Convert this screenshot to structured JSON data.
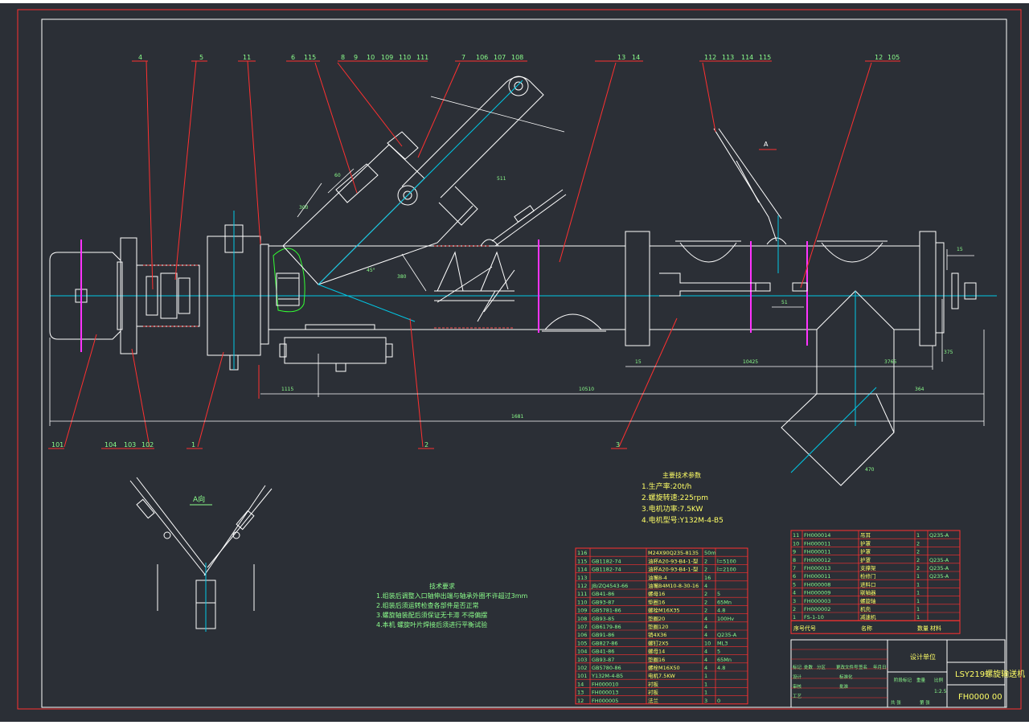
{
  "colors": {
    "background": "#2b2f36",
    "outline": "#ffffff",
    "leader": "#ff3030",
    "centerline": "#00c8e6",
    "magenta": "#ff33ff",
    "green": "#33ff33",
    "text_green": "#8cff8c",
    "text_yellow": "#ffff66",
    "table_border": "#ff3030"
  },
  "balloons_top": [
    "4",
    "5",
    "11",
    "6",
    "115",
    "8",
    "9",
    "10",
    "109",
    "110",
    "111",
    "7",
    "106",
    "107",
    "108",
    "13",
    "14",
    "112",
    "113",
    "114",
    "115",
    "12",
    "105"
  ],
  "balloons_bottom": [
    "101",
    "104",
    "103",
    "102",
    "1",
    "2",
    "3"
  ],
  "dimensions": {
    "d_1115": "1115",
    "d_10510": "10510",
    "d_1681": "1681",
    "d_10425": "10425",
    "d_3765": "3765",
    "d_364": "364",
    "d_15a": "15",
    "d_15b": "15",
    "d_51": "51",
    "d_375": "375",
    "d_470": "470",
    "d_60": "60",
    "d_45": "45°",
    "d_511": "511",
    "d_380": "380",
    "d_300": "300"
  },
  "view_a": {
    "marker": "A",
    "title": "A向"
  },
  "main_params": {
    "title": "主要技术参数",
    "lines": [
      "1.生产率:20t/h",
      "2.螺旋转速:225rpm",
      "3.电机功率:7.5KW",
      "4.电机型号:Y132M-4-B5"
    ]
  },
  "tech_req": {
    "title": "技术要求",
    "lines": [
      "1.组装后调整入口轴伸出端与轴承外圈不许超过3mm",
      "2.组装后须运转检查各部件是否正常",
      "3.螺旋轴装配后须保证无卡滞             不得偏摆",
      "4.本机    螺旋叶片焊接后须进行平衡试验"
    ]
  },
  "parts_left": [
    [
      "116",
      "",
      "M24X90Q235-8135",
      "50m",
      ""
    ],
    [
      "115",
      "GB1182-74",
      "油杯A20-93-B4-1-型",
      "2",
      "l=5100"
    ],
    [
      "114",
      "GB1182-74",
      "油杯A20-93-B4-1-型",
      "2",
      "l=2100"
    ],
    [
      "113",
      "",
      "油嘴B-4",
      "16",
      ""
    ],
    [
      "112",
      "JB/ZQ4543-66",
      "油嘴B4M10-8-30-16",
      "4",
      ""
    ],
    [
      "111",
      "GB41-86",
      "螺母16",
      "2",
      "5"
    ],
    [
      "110",
      "GB93-87",
      "垫圈16",
      "2",
      "65Mn"
    ],
    [
      "109",
      "GB5781-86",
      "螺栓M16X35",
      "2",
      "4.8"
    ],
    [
      "108",
      "GB93-85",
      "垫圈20",
      "4",
      "100Hv"
    ],
    [
      "107",
      "GB6179-86",
      "垫圈120",
      "4",
      ""
    ],
    [
      "106",
      "GB91-86",
      "销4X36",
      "4",
      "Q235-A"
    ],
    [
      "105",
      "GB827-86",
      "螺钉2X5",
      "10",
      "ML3"
    ],
    [
      "104",
      "GB41-86",
      "螺母14",
      "4",
      "5"
    ],
    [
      "103",
      "GB93-87",
      "垫圈16",
      "4",
      "65Mn"
    ],
    [
      "102",
      "GB5780-86",
      "螺栓M16X50",
      "4",
      "4.8"
    ],
    [
      "101",
      "Y132M-4-B5",
      "电机7.5KW",
      "1",
      ""
    ],
    [
      "14",
      "FH000010",
      "衬板",
      "1",
      ""
    ],
    [
      "13",
      "FH000013",
      "衬板",
      "1",
      ""
    ],
    [
      "12",
      "FH000005",
      "法兰",
      "3",
      "0"
    ]
  ],
  "parts_right": [
    [
      "11",
      "FH000014",
      "吊耳",
      "1",
      "Q235-A"
    ],
    [
      "10",
      "FH000011",
      "护罩",
      "2",
      ""
    ],
    [
      "9",
      "FH000011",
      "护罩",
      "2",
      ""
    ],
    [
      "8",
      "FH000012",
      "护罩",
      "2",
      "Q235-A"
    ],
    [
      "7",
      "FH000013",
      "支撑架",
      "2",
      "Q235-A"
    ],
    [
      "6",
      "FH000011",
      "检修门",
      "1",
      "Q235-A"
    ],
    [
      "5",
      "FH000008",
      "进料口",
      "1",
      ""
    ],
    [
      "4",
      "FH000009",
      "联轴器",
      "1",
      ""
    ],
    [
      "3",
      "FH000003",
      "螺旋轴",
      "1",
      ""
    ],
    [
      "2",
      "FH000002",
      "机壳",
      "1",
      ""
    ],
    [
      "1",
      "FS-1-10",
      "减速机",
      "1",
      ""
    ]
  ],
  "parts_header": [
    "序号",
    "代号",
    "名称",
    "数量",
    "材料"
  ],
  "title_block": {
    "company": "设计单位",
    "product": "LSY219螺旋输送机",
    "drawing_no": "FH0000 00",
    "scale": "1:2.5",
    "labels": [
      "标记",
      "处数",
      "分区",
      "更改文件号",
      "签名",
      "年月日",
      "设计",
      "审核",
      "工艺",
      "标准化",
      "批准",
      "阶段标记",
      "重量",
      "比例",
      "共 张",
      "第 张"
    ]
  }
}
